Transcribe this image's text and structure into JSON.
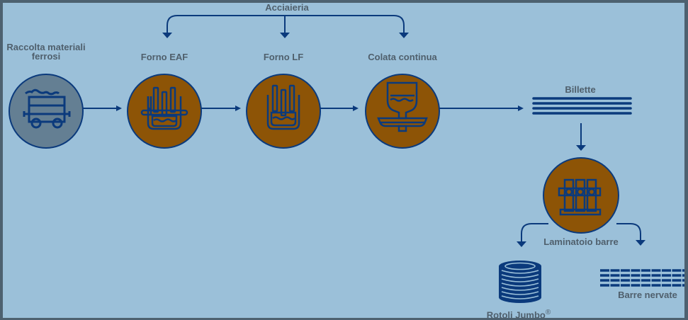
{
  "diagram": {
    "group_label": "Acciaieria",
    "colors": {
      "background": "#9bc0d9",
      "frame": "#4d6170",
      "line": "#0b3a7c",
      "process_fill": "#8d5406",
      "collection_fill": "#647f93",
      "text": "#4f5f6c"
    },
    "nodes": {
      "raccolta": {
        "label": "Raccolta materiali ferrosi",
        "line1": "Raccolta materiali",
        "line2": "ferrosi",
        "icon": "mine-cart-icon"
      },
      "eaf": {
        "label": "Forno EAF",
        "icon": "electric-arc-furnace-icon"
      },
      "lf": {
        "label": "Forno LF",
        "icon": "ladle-furnace-icon"
      },
      "colata": {
        "label": "Colata continua",
        "icon": "continuous-casting-icon"
      },
      "billette": {
        "label": "Billette",
        "icon": "billets-icon"
      },
      "laminatoio": {
        "label": "Laminatoio barre",
        "icon": "rolling-mill-icon"
      },
      "rotoli": {
        "label": "Rotoli Jumbo",
        "mark": "®",
        "icon": "coil-icon"
      },
      "barre": {
        "label": "Barre nervate",
        "icon": "rebar-icon"
      }
    }
  }
}
